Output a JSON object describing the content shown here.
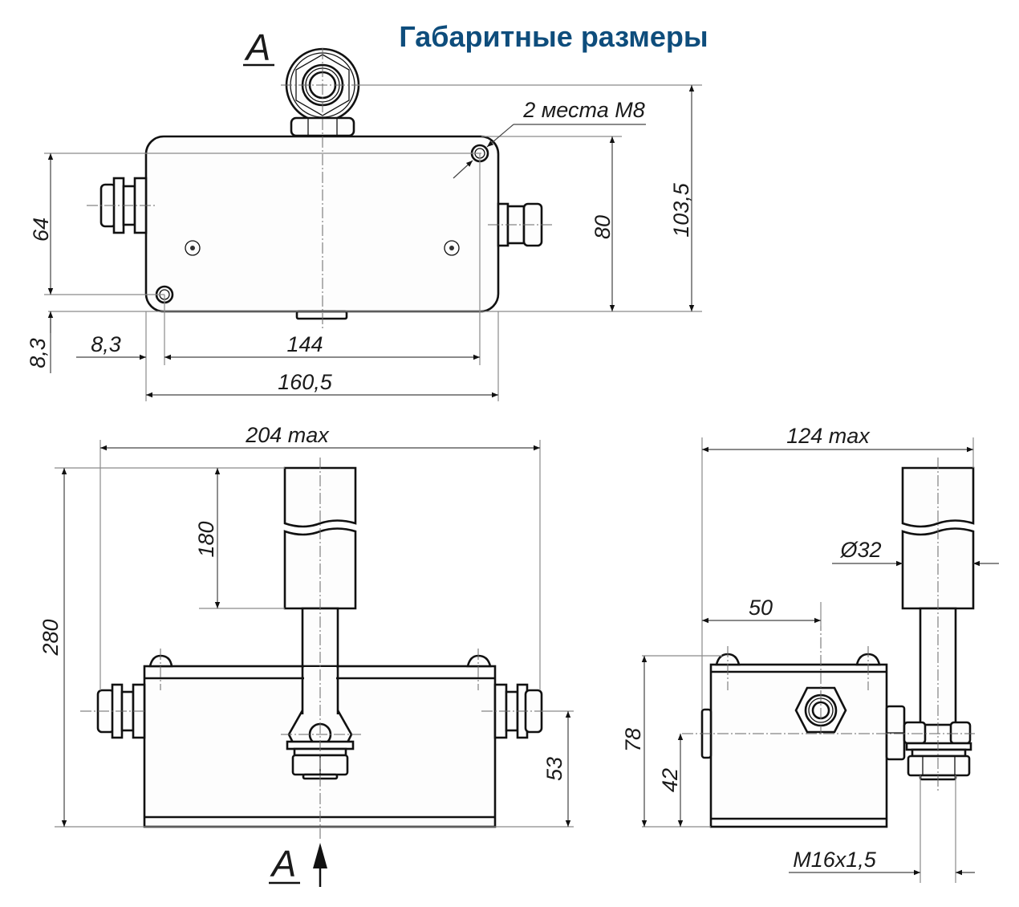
{
  "title": "Габаритные размеры",
  "view_label": "A",
  "top_view": {
    "callout": "2 места M8",
    "dims": {
      "hole_spacing_vertical": "64",
      "hole_offset_vertical": "8,3",
      "hole_offset_horizontal": "8,3",
      "hole_spacing_horizontal": "144",
      "body_width": "160,5",
      "body_height": "80",
      "overall_height": "103,5"
    }
  },
  "front_view": {
    "dims": {
      "overall_width": "204 max",
      "overall_height": "280",
      "pipe_length": "180",
      "port_height": "53"
    }
  },
  "side_view": {
    "dims": {
      "overall_width": "124 max",
      "pipe_diameter": "Ø32",
      "port_offset": "50",
      "body_height": "78",
      "axis_height": "42",
      "thread": "M16x1,5"
    }
  }
}
